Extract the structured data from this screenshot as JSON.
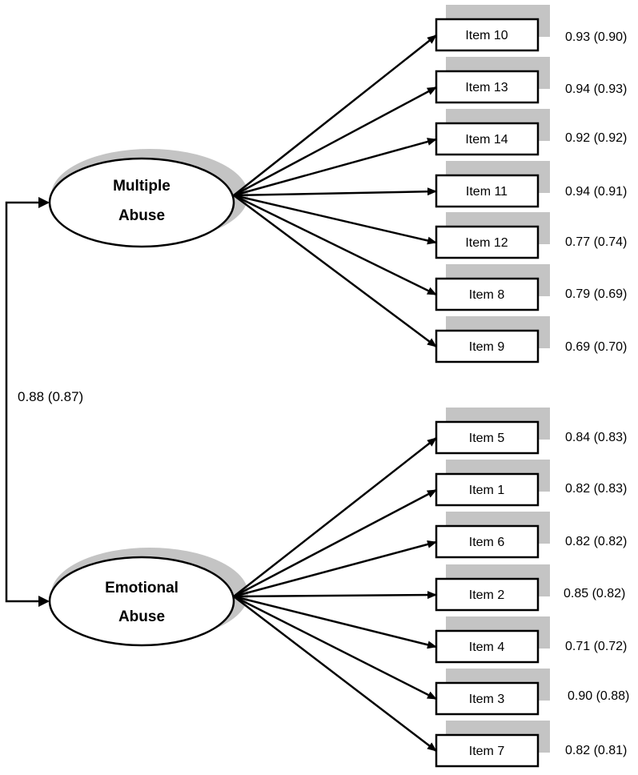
{
  "factors": [
    {
      "line1": "Multiple",
      "line2": "Abuse",
      "items": [
        {
          "label": "Item 10",
          "loading": "0.93 (0.90)"
        },
        {
          "label": "Item 13",
          "loading": "0.94 (0.93)"
        },
        {
          "label": "Item 14",
          "loading": "0.92 (0.92)"
        },
        {
          "label": "Item 11",
          "loading": "0.94 (0.91)"
        },
        {
          "label": "Item 12",
          "loading": "0.77 (0.74)"
        },
        {
          "label": "Item 8",
          "loading": "0.79 (0.69)"
        },
        {
          "label": "Item 9",
          "loading": "0.69 (0.70)"
        }
      ]
    },
    {
      "line1": "Emotional",
      "line2": "Abuse",
      "items": [
        {
          "label": "Item 5",
          "loading": "0.84 (0.83)"
        },
        {
          "label": "Item 1",
          "loading": "0.82 (0.83)"
        },
        {
          "label": "Item 6",
          "loading": "0.82 (0.82)"
        },
        {
          "label": "Item 2",
          "loading": "0.85 (0.82)"
        },
        {
          "label": "Item 4",
          "loading": "0.71 (0.72)"
        },
        {
          "label": "Item 3",
          "loading": "0.90 (0.88)"
        },
        {
          "label": "Item 7",
          "loading": "0.82 (0.81)"
        }
      ]
    }
  ],
  "correlation": "0.88 (0.87)",
  "colors": {
    "stroke": "#000000",
    "shadow": "#c4c4c4",
    "fill": "#ffffff"
  }
}
